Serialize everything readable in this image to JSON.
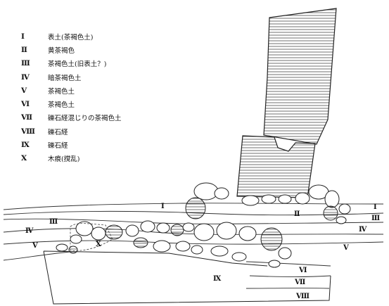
{
  "legend": [
    {
      "num": "Ⅰ",
      "text": "表土(茶褐色土)"
    },
    {
      "num": "Ⅱ",
      "text": "黄茶褐色"
    },
    {
      "num": "Ⅲ",
      "text": "茶褐色土(旧表土？)"
    },
    {
      "num": "Ⅳ",
      "text": "暗茶褐色土"
    },
    {
      "num": "Ⅴ",
      "text": "茶褐色土"
    },
    {
      "num": "Ⅵ",
      "text": "茶褐色土"
    },
    {
      "num": "Ⅶ",
      "text": "礫石経混じりの茶褐色土"
    },
    {
      "num": "Ⅷ",
      "text": "礫石経"
    },
    {
      "num": "Ⅸ",
      "text": "礫石経"
    },
    {
      "num": "Ⅹ",
      "text": "木痕(撹乱)"
    }
  ],
  "section_labels": {
    "i_left": "Ⅰ",
    "ii_center": "Ⅱ",
    "iii_left": "Ⅲ",
    "iv_left": "Ⅳ",
    "v_left": "Ⅴ",
    "x_left": "Ⅹ",
    "i_right": "Ⅰ",
    "iii_right": "Ⅲ",
    "iv_right": "Ⅳ",
    "v_right": "Ⅴ",
    "vi": "Ⅵ",
    "vii": "Ⅶ",
    "viii": "Ⅷ",
    "ix": "Ⅸ"
  }
}
